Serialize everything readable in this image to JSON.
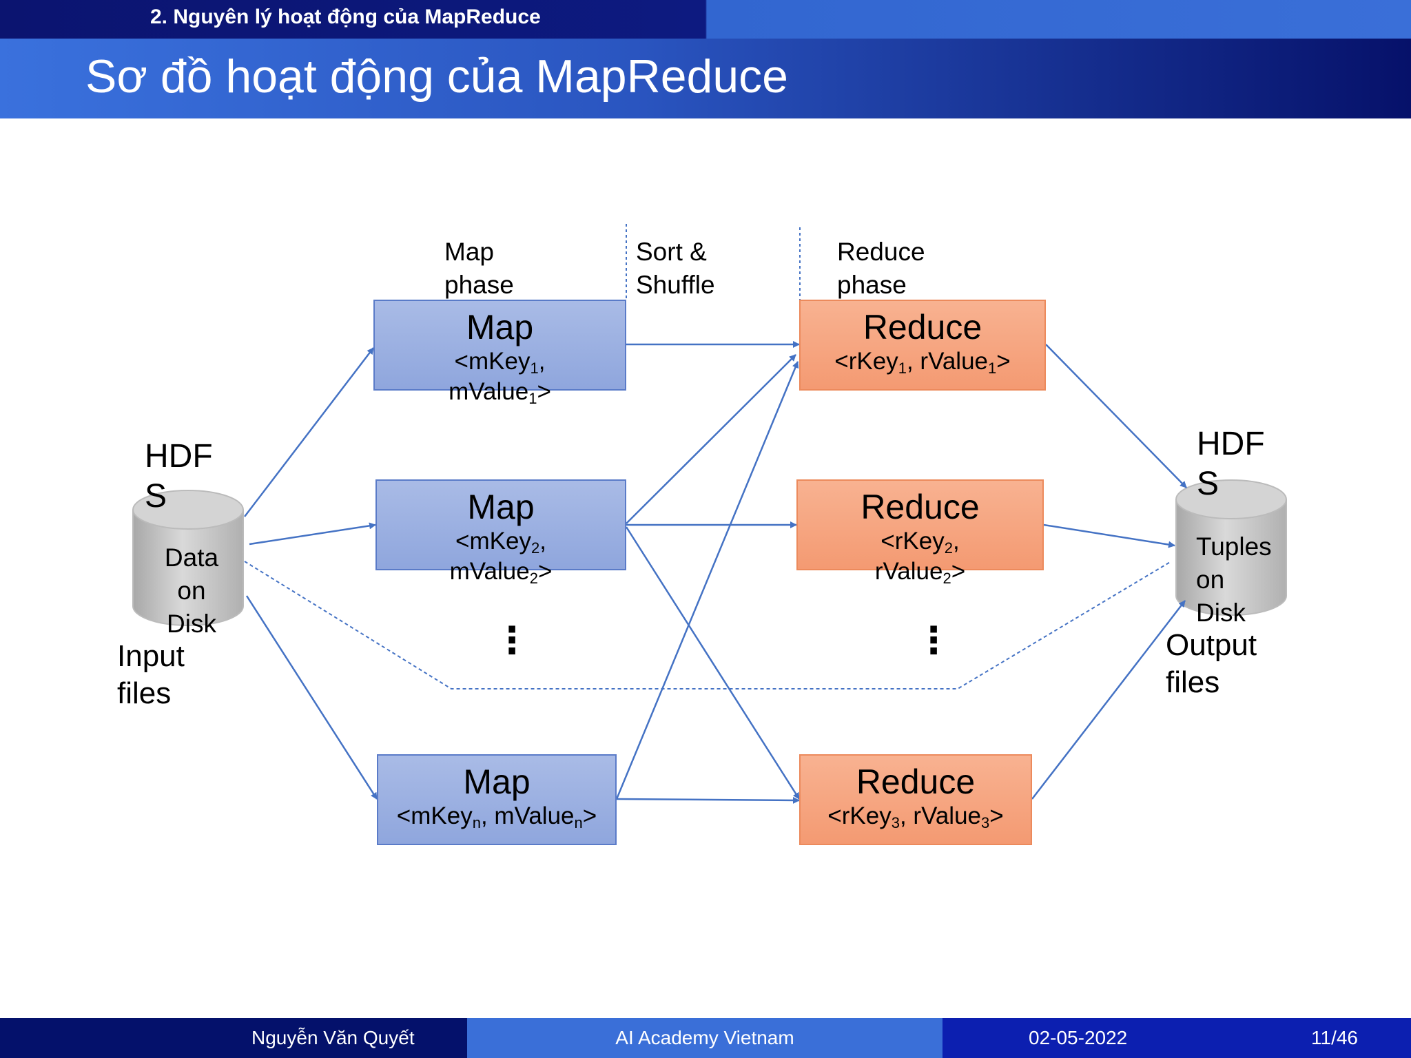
{
  "header": {
    "section": "2. Nguyên lý hoạt động của MapReduce",
    "title": "Sơ đồ hoạt động của MapReduce"
  },
  "diagram": {
    "phases": {
      "map_line1": "Map",
      "map_line2": "phase",
      "sort_line1": "Sort &",
      "sort_line2": "Shuffle",
      "reduce_line1": "Reduce",
      "reduce_line2": "phase"
    },
    "input": {
      "store_line1": "HDF",
      "store_line2": "S",
      "disk_line1": "Data",
      "disk_line2": "on",
      "disk_line3": "Disk",
      "caption_line1": "Input",
      "caption_line2": "files"
    },
    "output": {
      "store_line1": "HDF",
      "store_line2": "S",
      "disk_line1": "Tuples",
      "disk_line2": "on",
      "disk_line3": "Disk",
      "caption_line1": "Output",
      "caption_line2": "files"
    },
    "map_boxes": [
      {
        "title": "Map",
        "key": "<mKey",
        "key_sub": "1",
        "sep": ",",
        "value": "mValue",
        "value_sub": "1",
        "end": ">"
      },
      {
        "title": "Map",
        "key": "<mKey",
        "key_sub": "2",
        "sep": ",",
        "value": "mValue",
        "value_sub": "2",
        "end": ">"
      },
      {
        "title": "Map",
        "key": "<mKey",
        "key_sub": "n",
        "sep": ",",
        "value": "mValue",
        "value_sub": "n",
        "end": ">"
      }
    ],
    "reduce_boxes": [
      {
        "title": "Reduce",
        "key": "<rKey",
        "key_sub": "1",
        "sep": ",",
        "value": "rValue",
        "value_sub": "1",
        "end": ">"
      },
      {
        "title": "Reduce",
        "key": "<rKey",
        "key_sub": "2",
        "sep": ",",
        "value": "rValue",
        "value_sub": "2",
        "end": ">"
      },
      {
        "title": "Reduce",
        "key": "<rKey",
        "key_sub": "3",
        "sep": ",",
        "value": "rValue",
        "value_sub": "3",
        "end": ">"
      }
    ],
    "ellipsis": "⋮"
  },
  "footer": {
    "author": "Nguyễn Văn Quyết",
    "organization": "AI Academy Vietnam",
    "date": "02-05-2022",
    "page": "11/46"
  },
  "colors": {
    "arrow": "#4472c4",
    "map_fill": "#a3b5e2",
    "reduce_fill": "#f5a27c"
  }
}
